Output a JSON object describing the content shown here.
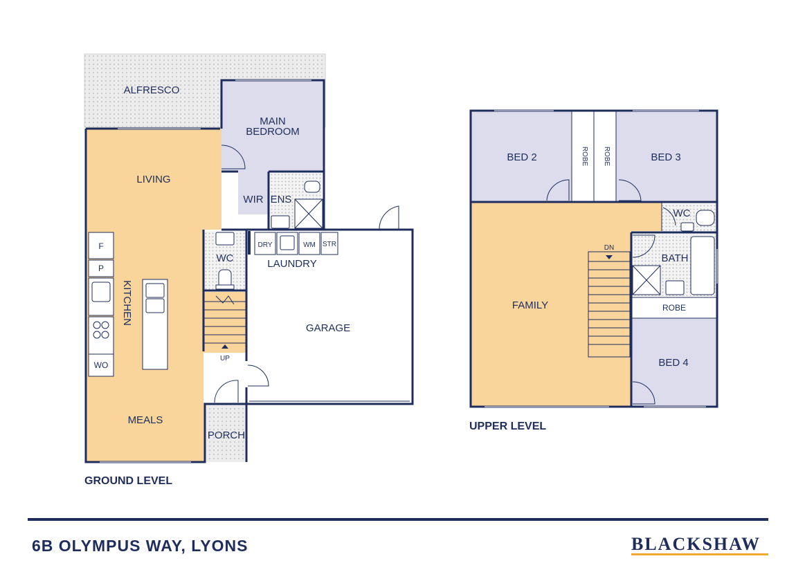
{
  "colors": {
    "wall": "#1f2d5c",
    "living": "#f9d49b",
    "bedroom": "#dcdcec",
    "outdoor": "#e9e9e9",
    "accent": "#f0a830"
  },
  "ground_level": {
    "title": "GROUND LEVEL",
    "rooms": {
      "alfresco": "ALFRESCO",
      "main_bedroom_1": "MAIN",
      "main_bedroom_2": "BEDROOM",
      "living": "LIVING",
      "wir": "WIR",
      "ens": "ENS",
      "kitchen": "KITCHEN",
      "wc": "WC",
      "laundry": "LAUNDRY",
      "garage": "GARAGE",
      "meals": "MEALS",
      "porch": "PORCH"
    },
    "fixtures": {
      "fridge": "F",
      "pantry": "P",
      "wall_oven": "WO",
      "dryer": "DRY",
      "washing_machine": "WM",
      "storage": "STR",
      "stairs": "UP"
    }
  },
  "upper_level": {
    "title": "UPPER LEVEL",
    "rooms": {
      "bed2": "BED 2",
      "robe_left": "ROBE",
      "robe_right": "ROBE",
      "bed3": "BED 3",
      "wc": "WC",
      "bath": "BATH",
      "family": "FAMILY",
      "robe_hall": "ROBE",
      "bed4": "BED 4"
    },
    "fixtures": {
      "stairs": "DN"
    }
  },
  "footer": {
    "address": "6B OLYMPUS WAY, LYONS",
    "brand": "BLACKSHAW"
  }
}
